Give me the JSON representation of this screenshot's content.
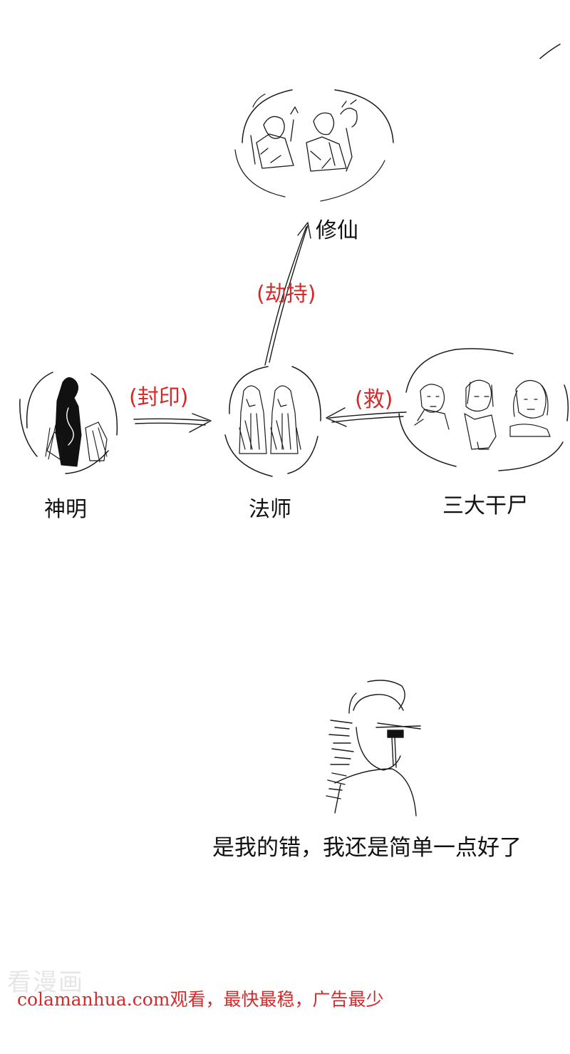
{
  "nodes": {
    "cultivation": {
      "label": "修仙"
    },
    "gods": {
      "label": "神明"
    },
    "mage": {
      "label": "法师"
    },
    "zombies": {
      "label": "三大干尸"
    }
  },
  "relations": {
    "hijack": "(劫持)",
    "seal": "(封印)",
    "rescue": "(救)"
  },
  "caption": "是我的错，我还是简单一点好了",
  "watermark": {
    "logo": "看漫画",
    "line": "colamanhua.com观看，最快最稳，广告最少"
  },
  "colors": {
    "relation_text": "#d42a2a",
    "label_text": "#111111",
    "watermark_text": "#d42a2a",
    "watermark_logo": "#e6e6e6"
  }
}
